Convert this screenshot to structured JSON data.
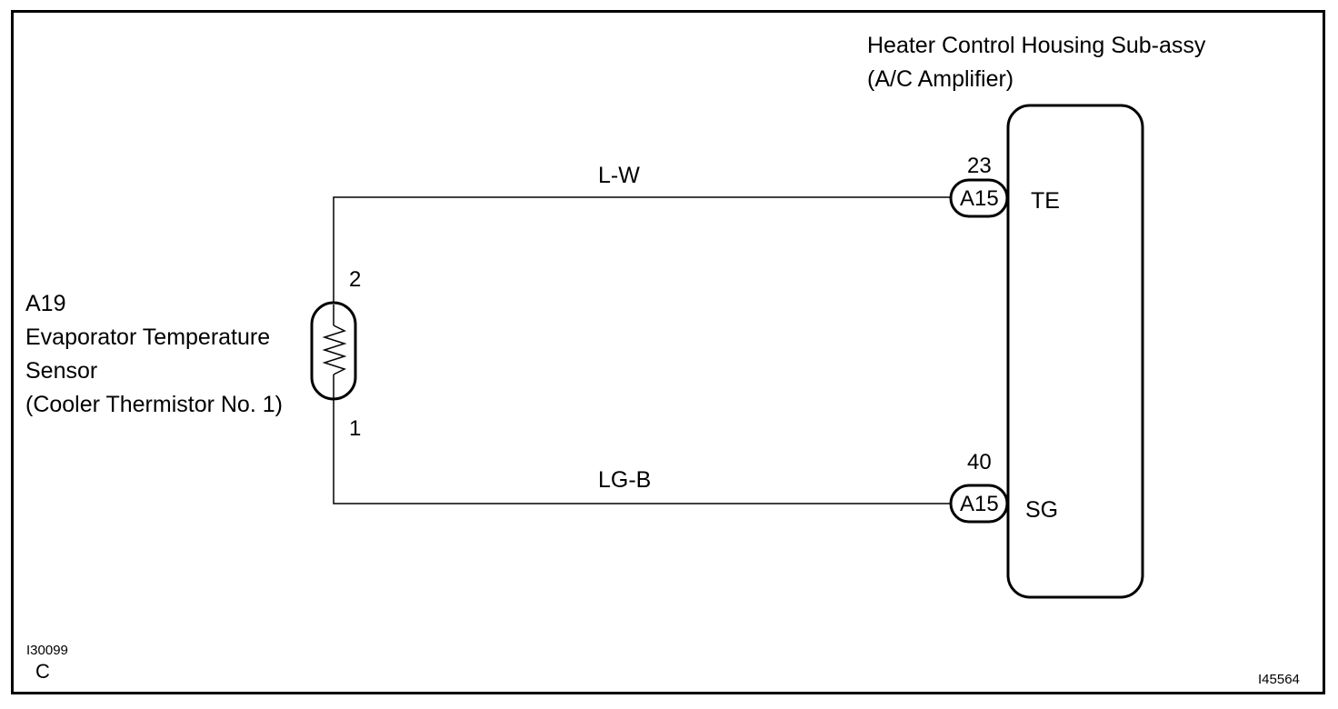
{
  "amplifier": {
    "title_line1": "Heater Control Housing Sub-assy",
    "title_line2": "(A/C Amplifier)",
    "connector_id": "A15",
    "terminals": [
      {
        "pin": "23",
        "name": "TE"
      },
      {
        "pin": "40",
        "name": "SG"
      }
    ]
  },
  "sensor": {
    "connector_id": "A19",
    "name_line1": "Evaporator Temperature",
    "name_line2": "Sensor",
    "name_line3": "(Cooler Thermistor No. 1)",
    "pin_top": "2",
    "pin_bottom": "1",
    "symbol": "thermistor-icon"
  },
  "wires": [
    {
      "color_code": "L-W",
      "from": "A19-2",
      "to": "A15-23"
    },
    {
      "color_code": "LG-B",
      "from": "A19-1",
      "to": "A15-40"
    }
  ],
  "footer": {
    "code_left": "I30099",
    "code_left_sub": "C",
    "code_right": "I45564"
  }
}
